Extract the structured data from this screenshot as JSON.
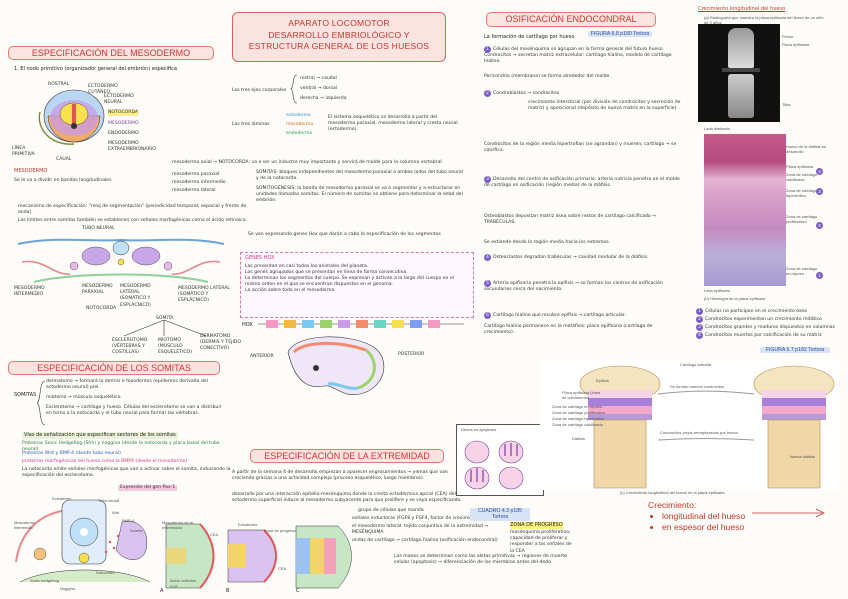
{
  "title": {
    "lines": [
      "APARATO LOCOMOTOR",
      "DESARROLLO EMBRIOLÓGICO Y",
      "ESTRUCTURA GENERAL DE LOS HUESOS"
    ]
  },
  "sections": {
    "mesodermo": "ESPECIFICACIÓN DEL MESODERMO",
    "somitas": "ESPECIFICACIÓN DE LOS SOMITAS",
    "extremidad": "ESPECIFICACIÓN DE LA EXTREMIDAD",
    "osificacion": "OSIFICACIÓN ENDOCONDRAL"
  },
  "mesodermo": {
    "intro": "1. El nodo primitivo (organizador general del embrión) especifica",
    "diagram_labels": [
      "ROSTRAL",
      "ECTODERMO CUTÁNEO",
      "ECTODERMO NEURAL",
      "NOTOCORDA",
      "MESODERMO",
      "ENDODERMO",
      "MESODERMO EXTRAEMBRIONARIO",
      "LÍNEA PRIMITIVA",
      "CAUAL"
    ],
    "ejes_title": "Los tres ejes corporales",
    "ejes": [
      "rostral → caudal",
      "ventral → dorsal",
      "derecha → izquierda"
    ],
    "hojas_title": "Las tres láminas",
    "hojas": [
      "ectodermo",
      "mesodermo",
      "endodermo"
    ],
    "hojas_note": "El sistema esquelético se desarrolla a partir del mesodermo paraxial, mesodermo lateral y cresta neural (ectodermo).",
    "division_title": "MESODERMO",
    "division_text": "Se le va a dividir en bandas longitudinales",
    "bandas": [
      "mesodermo axial → NOTOCORDA: va a ser un inductor muy importante y servirá de molde para la columna vertebral",
      "mesodermo paraxial",
      "mesodermo intermedio",
      "mesodermo lateral"
    ],
    "somitas_note": "SOMITAS: bloques independientes del mesodermo paraxial a ambos lados del tubo neural y de la notocorda.",
    "somitas_note2": "SOMITOGÉNESIS: la banda de mesodermo paraxial se va a segmentar y a estructurar en unidades llamadas somitas. El número de somitas se obtiene para determinar la edad del embrión.",
    "reloj": "mecanismo de especificación: \"reloj de segmentación\" (periodicidad temporal, espacial y frente de onda)",
    "limites": "Los límites entre somitas también se establecen con señales morfogénicas como el ácido retinoico.",
    "hox_line": "Se van expresando genes Hox que darán a cabo la especificación de los segmentos",
    "tubo_label": "TUBO NEURAL",
    "cross_labels": [
      "MESODERMO INTERMEDIO",
      "MESODERMO PARAXIAL",
      "MESODERMO LATERAL (SOMÁTICO Y ESPLÁCNICO)",
      "NOTOCORDA",
      "SOMITA"
    ],
    "somita_derivados": [
      "ESCLEROTOMO (VÉRTEBRAS Y COSTILLAS)",
      "MIOTOMO (MÚSCULO ESQUELÉTICO)",
      "DERMATOMO (DERMIS Y TEJIDO CONECTIVO)"
    ]
  },
  "hox_box": {
    "title": "GENES HOX",
    "lines": [
      "Las presentan en casi todos los animales del planeta.",
      "Los genes agrupados que se presentan en línea de forma consecutiva.",
      "Lo determinan los segmentos del cuerpo. Se expresan y activan a lo largo del cuerpo en el mismo orden en el que se encuentran dispuestos en el genoma.",
      "La acción sobre todo en el mesodermo."
    ],
    "labels": [
      "HOX",
      "ANTERIOR",
      "POSTERIOR"
    ]
  },
  "somitas": {
    "root": "SOMITAS",
    "items": [
      "dermatomo → formará la dermis e hipodermis (epidermis derivada del ectodermo neural) piel.",
      "miotomo → músculo esquelético.",
      "Esclerotomo → cartílago y hueso. Células del esclerotomo se van a distribuir en torno a la notocorda y el tubo neural para formar las vértebras."
    ],
    "senales_title": "Vías de señalización que especifican sectores de los somitas",
    "senales": [
      "Proteínas Sonic Hedgehog (Shh) y noggina (desde la notocorda y placa basal del tubo neural)",
      "Proteínas Wnt y BMP-4 (desde tubo neural)",
      "proteínas morfogénicas del hueso como la BMP4 (desde el mesodermo)"
    ],
    "nota": "La notocorda emite señales morfogénicas que van a activar sobre el somita, induciendo la especificación del esclerotomo.",
    "expresion": "Expresión del gen Pax-1",
    "diagram_labels": [
      "Mesodermo intermedio",
      "Ectodermo",
      "Tubo neural",
      "Notocorda",
      "Somita",
      "Sonic hedgehog",
      "Noggina",
      "Wnt",
      "BMP-4"
    ]
  },
  "extremidad": {
    "text1": "A partir de la semana 4 de desarrollo empiezan a aparecer engrosamientos → yemas que van creciendo gracias a una actividad compleja (proceso esquelético, luego miembros).",
    "text2": "desarrollo por una interacción epitelio-mesénquima donde la cresta ectodérmica apical (CEA) del ectodermo superficial induce al mesodermo subyacente para que prolifere y se vaya especificando.",
    "list_title": "grupo de células que manda",
    "list": [
      "señales inductoras (FGF8 y FGF4, factor de crecimiento)",
      "el mesodermo lateral: tejido conjuntivo de la extremidad → MESÉNQUIMA",
      "ondas de cartílago → cartílago hialino (osificación endocondral)"
    ],
    "zona": "ZONA DE PROGRESO",
    "zona_note": "mesénquima proliferativo; capacidad de proliferar y responder a las señales de la CEA",
    "refs": [
      "CUADRO 4.3 p185 Tortora"
    ],
    "final": "Las manos se determinan como las aletas primitivas → regiones de muerte celular (apoptosis) → diferenciación de los miembros antes del dedo",
    "panel_labels": [
      "Mesodermo de la extremidad",
      "CEA",
      "Ectodermo",
      "Zona de progreso",
      "CEA",
      "Ácido retinoico",
      "FGF"
    ],
    "panel_letters": [
      "A",
      "B",
      "C"
    ],
    "dedos": "Dedos en apoptosis"
  },
  "osificacion": {
    "intro": "La formación de cartílago por hueso",
    "ref1": "FIGURA 6.8 p180 Tortora",
    "steps": [
      "Células del mesénquima se agrupan en la forma general del futuro hueso. Condrocitos → secretan matriz extracelular: cartílago hialino, modelo de cartílago hialino.",
      "Pericondrio (membrana) se forma alrededor del molde.",
      "Condroblastos → condrocitos",
      "crecimiento intersticial (por división de condrocitos y secreción de matriz) y aposicional (depósito de nueva matriz en la superficie).",
      "Condrocitos de la región media hipertrofian (se agrandan) y mueren; cartílago → se calcifica.",
      "Desarrollo del centro de osificación primario: arteria nutricia penetra en el molde de cartílago en osificación (región media) de la diáfisis.",
      "Osteoblastos depositan matriz ósea sobre restos de cartílago calcificado → TRABÉCULAS.",
      "Se extiende desde la región media hacia los extremos.",
      "Osteoclastos degradan trabéculas → cavidad medular de la diáfisis.",
      "Arteria epifisaria penetra la epífisis → se forman los centros de osificación secundarios cerca del nacimiento.",
      "Cartílago hialino que recubre epífisis → cartílago articular.",
      "Cartílago hialino permanece en la metáfisis: placa epifisaria (cartílago de crecimiento)."
    ],
    "micro_title": "Crecimiento longitudinal del hueso",
    "micro_caption_a": "(a) Radiografía que muestra la placa epifisaria del fémur de un niño de 3 años",
    "micro_labels_a": [
      "Fémur",
      "Placa epifisaria",
      "Tibia"
    ],
    "micro_caption_b": "(b) Histología de la placa epifisaria",
    "micro_labels_b": [
      "Lado diafisario",
      "Hueso de la diáfisis en desarrollo",
      "Placa epifisaria",
      "Zona de cartílago calcificado",
      "Zona de cartílago hipertrófico",
      "Zona de cartílago proliferativo",
      "Zona de cartílago en reposo",
      "Lado epifisario"
    ],
    "zones": [
      "Células no participan en el crecimiento óseo",
      "Condrocitos experimentan un crecimiento mitótico",
      "Condrocitos grandes y maduros dispuestos en columnas",
      "Condrocitos muertos por calcificación de su matriz"
    ],
    "ref2": "FIGURA 6.7 p182 Tortora",
    "bone_labels": [
      "Epífisis",
      "Cartílago articular",
      "Placa epifisaria (línea de crecimiento)",
      "Zona de cartílago en reposo",
      "Zona de cartílago proliferativo",
      "Zona de cartílago hipertrófico",
      "Zona de cartílago calcificado",
      "Diáfisis",
      "Se forman nuevos condrocitos",
      "Condrocitos viejos reemplazados por hueso",
      "Nueva diáfisis"
    ],
    "bone_caption": "(c) Crecimiento longitudinal del hueso en la placa epifisaria"
  },
  "crecimiento": {
    "title": "Crecimiento:",
    "items": [
      "longitudinal del hueso",
      "en espesor del hueso"
    ]
  },
  "colors": {
    "accent": "#c0392b",
    "title_bg": "#fbe3e1",
    "cartilage": "#9b5fd1",
    "bone": "#e8b86b"
  }
}
